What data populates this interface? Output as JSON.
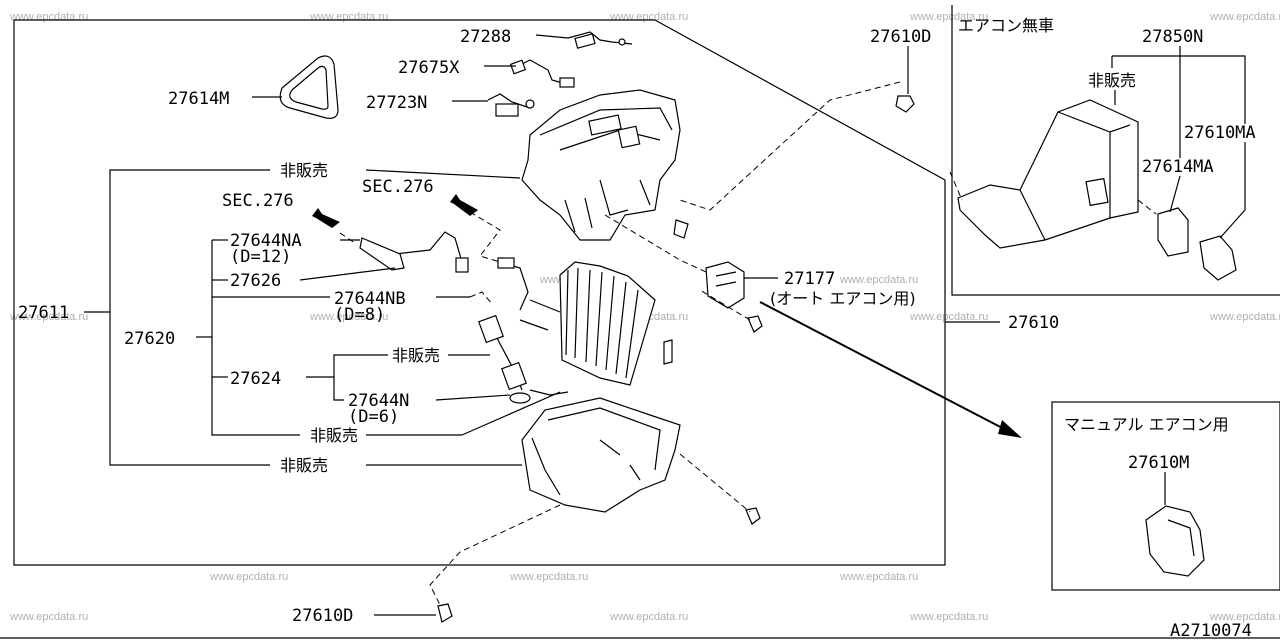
{
  "watermark": "www.epcdata.ru",
  "diagram_code": "A2710074",
  "main": {
    "labels": {
      "p27288": "27288",
      "p27675x": "27675X",
      "p27614m": "27614M",
      "p27723n": "27723N",
      "p27610d_top": "27610D",
      "nonsale_1": "非販売",
      "sec276_a": "SEC.276",
      "sec276_b": "SEC.276",
      "p27644na": "27644NA",
      "d12": "(D=12)",
      "p27626": "27626",
      "p27644nb": "27644NB",
      "d8": "(D=8)",
      "p27611": "27611",
      "p27620": "27620",
      "nonsale_2": "非販売",
      "p27624": "27624",
      "p27644n": "27644N",
      "d6": "(D=6)",
      "nonsale_3": "非販売",
      "nonsale_4": "非販売",
      "p27177": "27177",
      "auto_ac": "(オート エアコン用)",
      "p27610": "27610",
      "p27610d_bottom": "27610D"
    }
  },
  "no_ac_box": {
    "title": "エアコン無車",
    "p27850n": "27850N",
    "nonsale": "非販売",
    "p27610ma": "27610MA",
    "p27614ma": "27614MA"
  },
  "manual_box": {
    "title": "マニュアル エアコン用",
    "p27610m": "27610M"
  }
}
